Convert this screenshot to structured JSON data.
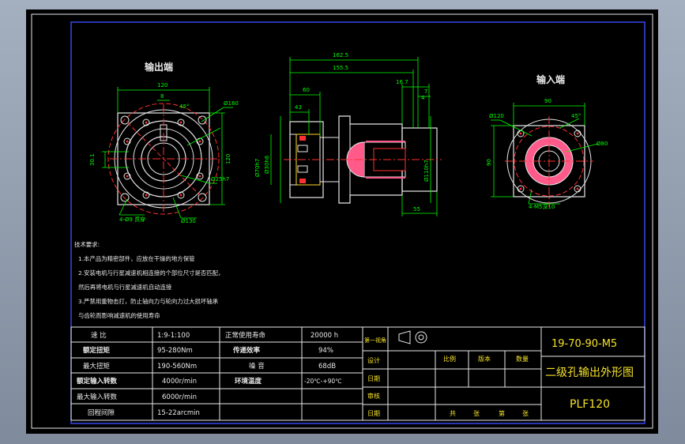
{
  "front_view": {
    "title": "输出端",
    "dim_top": "120",
    "dim_top2": "8",
    "dim_angle": "45°",
    "dim_160": "Ø160",
    "dim_left": "30.1",
    "dim_right": "120",
    "dim_25": "Ø25h7",
    "dim_holes": "4-Ø9 贯穿",
    "dim_130": "Ø130"
  },
  "side_view": {
    "dim_total": "162.5",
    "dim_1555": "155.5",
    "dim_60": "60",
    "dim_43": "43",
    "dim_16": "16.7",
    "dim_4": "4",
    "dim_7": "7",
    "dim_55": "55",
    "dim_110": "Ø110h7",
    "dim_b": "Ø70h7",
    "dim_c": "Ø30h6"
  },
  "input_view": {
    "title": "输入端",
    "dim_90": "90",
    "dim_angle": "45°",
    "dim_120": "Ø120",
    "dim_90v": "90",
    "dim_80": "Ø80",
    "dim_m": "4-M5深10"
  },
  "notes": {
    "title": "技术要求:",
    "lines": [
      "1.本产品为精密部件，应放在干燥的地方保管",
      "2.安装电机与行星减速机相连接的个部位尺寸是否匹配，",
      "然后再将电机与行星减速机自动连接",
      "3.严禁用重物击打，防止轴向力与轮向力过大损坏轴承",
      "与齿轮而影响减速机的使用寿命"
    ]
  },
  "spec_table": {
    "rows": [
      [
        "速 比",
        "1:9-1:100",
        "正常使用寿命",
        "20000 h"
      ],
      [
        "额定扭矩",
        "95-280Nm",
        "传递效率",
        "94%"
      ],
      [
        "最大扭矩",
        "190-560Nm",
        "噪 音",
        "68dB"
      ],
      [
        "额定输入转数",
        "4000r/min",
        "环境温度",
        "-20℃-+90℃"
      ],
      [
        "最大输入转数",
        "6000r/min",
        "",
        ""
      ],
      [
        "回程间隙",
        "15-22arcmin",
        "",
        ""
      ]
    ]
  },
  "title_block": {
    "row_labels": [
      "第一视角",
      "设计",
      "日期",
      "审核",
      "日期"
    ],
    "heads": [
      "比例",
      "版本",
      "数量"
    ],
    "sheets": [
      "共",
      "张",
      "第",
      "张"
    ],
    "model": "19-70-90-M5",
    "name": "二级孔输出外形图",
    "code": "PLF120"
  }
}
